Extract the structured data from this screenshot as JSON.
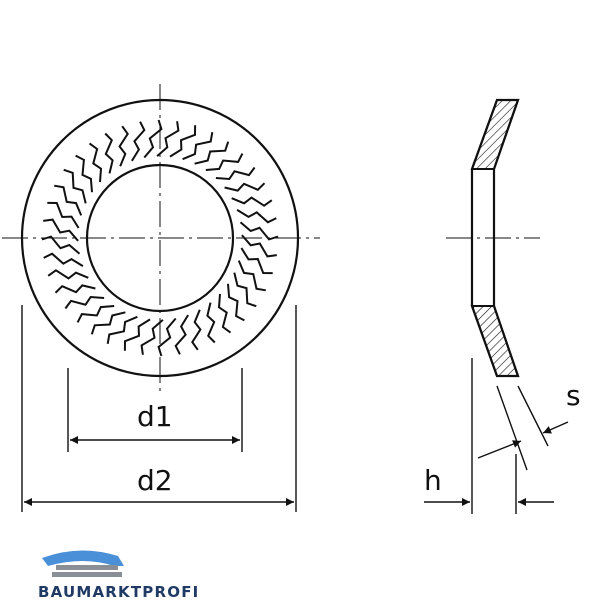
{
  "labels": {
    "d1": "d1",
    "d2": "d2",
    "s": "s",
    "h": "h"
  },
  "logo": {
    "text": "BAUMARKTPROFI"
  },
  "colors": {
    "line": "#111111",
    "logo_blue": "#1f3a64",
    "logo_light": "#4a90d9"
  },
  "front_view": {
    "serration_count": 40
  }
}
